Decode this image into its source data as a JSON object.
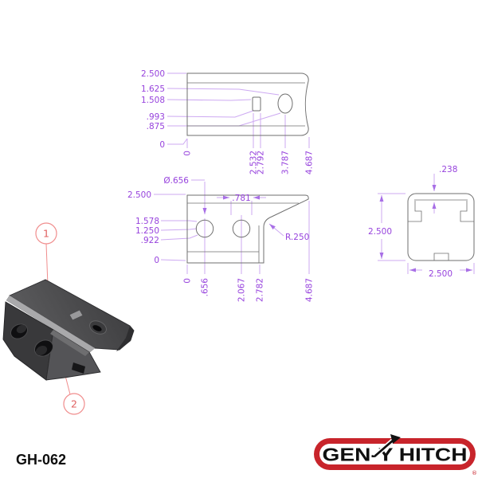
{
  "colors": {
    "dim-text": "#9743dd",
    "dim-line": "#cda9f2",
    "edge": "#6f6f6f",
    "balloon": "#f08d8d",
    "logo-red": "#c8242b",
    "part-dark": "#3a3a3c"
  },
  "drawing": {
    "part_number": "GH-062",
    "brand": {
      "name": "GEN-Y HITCH",
      "registered": "®"
    },
    "views": {
      "top": {
        "left_dims": [
          "2.500",
          "1.625",
          "1.508",
          ".993",
          ".875",
          "0"
        ],
        "bottom_dims": [
          "0",
          "2.532",
          "2.792",
          "3.787",
          "4.687"
        ]
      },
      "front": {
        "diameter_dim": "Ø.656",
        "width_dim": ".781",
        "left_dims": [
          "2.500",
          "1.578",
          "1.250",
          ".922",
          "0"
        ],
        "radius_dim": "R.250",
        "bottom_dims": [
          "0",
          ".656",
          "2.067",
          "2.782",
          "4.687"
        ]
      },
      "side": {
        "thickness_dim": ".238",
        "height_dim": "2.500",
        "width_dim": "2.500"
      },
      "iso": {
        "balloons": [
          "1",
          "2"
        ]
      }
    }
  }
}
